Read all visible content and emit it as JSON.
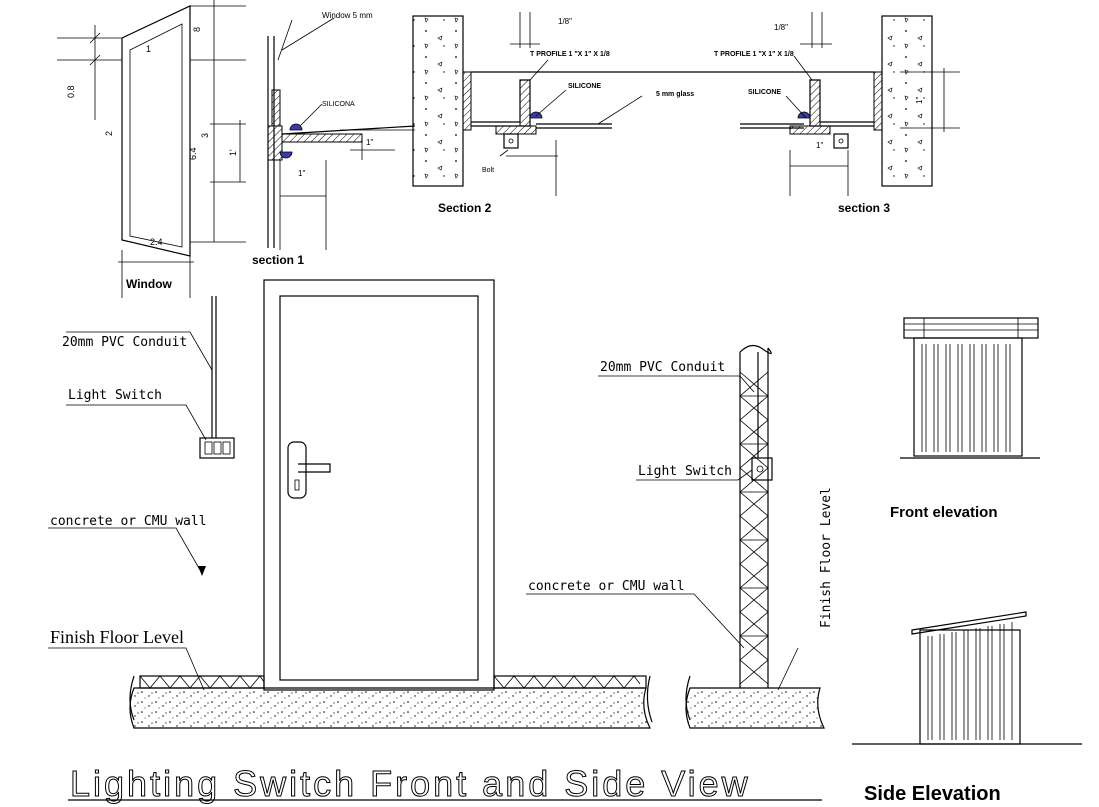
{
  "section1": {
    "window_note": "Window 5 mm",
    "silicone": "SILICONA",
    "dim_right": "1\"",
    "dim_bottom": "1\"",
    "title": "section 1"
  },
  "window_detail": {
    "dim_left": "0.8",
    "dim_top_right": "8",
    "side_left": "2",
    "side_right": "3",
    "height": "6.4",
    "dim_inner": "1'",
    "top": "1",
    "bottom": "2.4",
    "title": "Window"
  },
  "section2": {
    "gap": "1/8\"",
    "profile": "T PROFILE 1 \"X 1\" X 1/8",
    "silicone": "SILICONE",
    "glass": "5 mm glass",
    "bolt": "Bolt",
    "title": "Section 2"
  },
  "section3": {
    "gap": "1/8\"",
    "profile": "T PROFILE 1 \"X 1\" X 1/8",
    "silicone": "SILICONE",
    "dim_right": "1\"",
    "dim_bottom": "1\"",
    "title": "section 3"
  },
  "front_view": {
    "conduit": "20mm PVC Conduit",
    "switch": "Light Switch",
    "wall": "concrete or CMU wall",
    "floor": "Finish Floor Level"
  },
  "side_view": {
    "conduit": "20mm PVC Conduit",
    "switch": "Light Switch",
    "wall": "concrete or CMU wall",
    "floor": "Finish Floor Level"
  },
  "main_title": "Lighting Switch Front and Side View",
  "front_elevation_title": "Front elevation",
  "side_elevation_title": "Side Elevation"
}
